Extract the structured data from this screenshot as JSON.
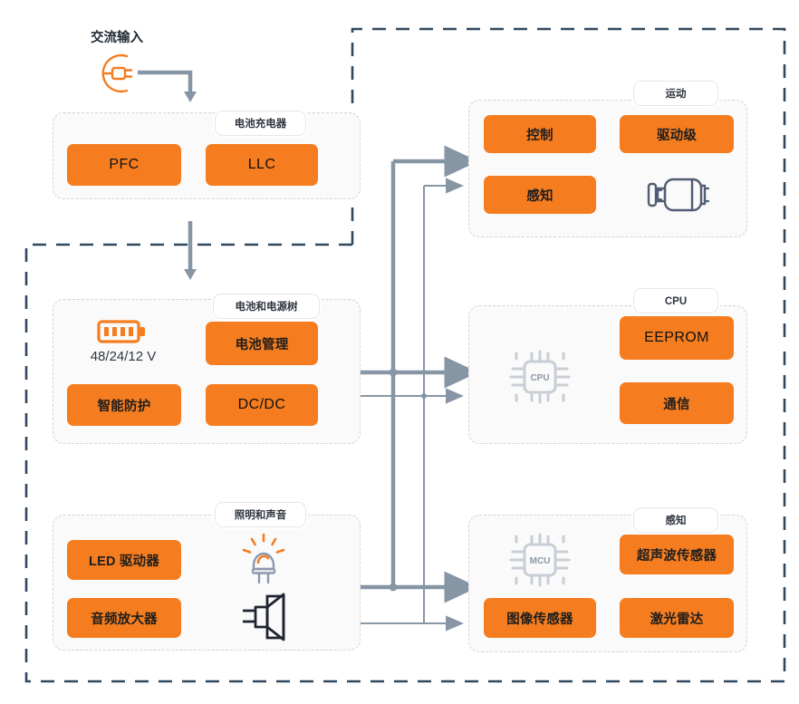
{
  "diagram": {
    "title_source": "交流输入",
    "colors": {
      "accent_orange": "#f57d20",
      "wire_slate": "#8796a5",
      "boundary_slate": "#31485c",
      "panel_bg": "#fafafa",
      "panel_border": "#d4d4d4",
      "icon_grey": "#c9ced6",
      "icon_slate": "#505d73"
    },
    "source": {
      "label": "交流输入",
      "icon": "ac-plug-icon"
    },
    "panels": [
      {
        "id": "battery-charger",
        "label": "电池充电器",
        "blocks": [
          {
            "text": "PFC",
            "latin": true
          },
          {
            "text": "LLC",
            "latin": true
          }
        ],
        "icons": []
      },
      {
        "id": "motion",
        "label": "运动",
        "blocks": [
          {
            "text": "控制",
            "latin": false
          },
          {
            "text": "驱动级",
            "latin": false
          },
          {
            "text": "感知",
            "latin": false
          }
        ],
        "icons": [
          "motor-icon"
        ]
      },
      {
        "id": "battery-power-tree",
        "label": "电池和电源树",
        "blocks": [
          {
            "text": "电池管理",
            "latin": false
          },
          {
            "text": "智能防护",
            "latin": false
          },
          {
            "text": "DC/DC",
            "latin": true
          }
        ],
        "icons": [
          "battery-icon"
        ],
        "caption": "48/24/12 V"
      },
      {
        "id": "cpu",
        "label": "CPU",
        "blocks": [
          {
            "text": "EEPROM",
            "latin": true
          },
          {
            "text": "通信",
            "latin": false
          }
        ],
        "icons": [
          "cpu-chip-icon"
        ],
        "chip_text": "CPU"
      },
      {
        "id": "lighting-sound",
        "label": "照明和声音",
        "blocks": [
          {
            "text": "LED 驱动器",
            "latin": false
          },
          {
            "text": "音频放大器",
            "latin": false
          }
        ],
        "icons": [
          "led-lamp-icon",
          "speaker-icon"
        ]
      },
      {
        "id": "sensing",
        "label": "感知",
        "blocks": [
          {
            "text": "超声波传感器",
            "latin": false
          },
          {
            "text": "图像传感器",
            "latin": false
          },
          {
            "text": "激光雷达",
            "latin": false
          }
        ],
        "icons": [
          "mcu-chip-icon"
        ],
        "chip_text": "MCU"
      }
    ]
  }
}
